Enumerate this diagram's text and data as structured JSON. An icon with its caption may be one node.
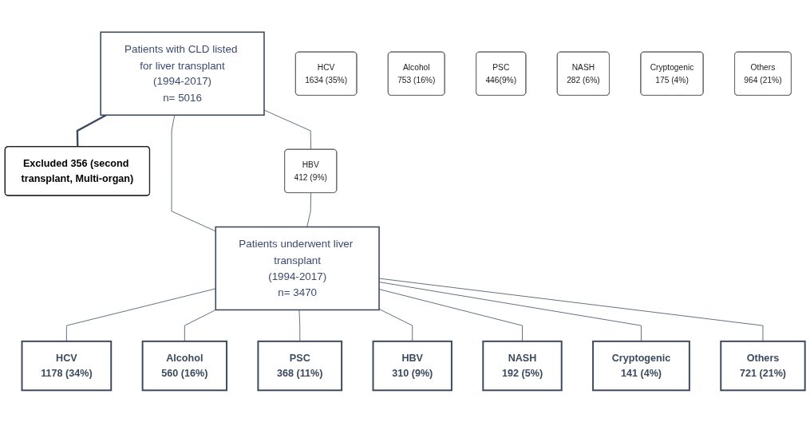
{
  "diagram": {
    "nodes": [
      {
        "text": [
          "Patients with CLD listed for liver transplant",
          "(1994-2017)",
          "n= 5016"
        ]
      },
      {
        "text": [
          "Excluded 356 (second transplant, Multi-organ)"
        ]
      },
      {
        "text": [
          "HCV",
          "1634 (35%)"
        ]
      },
      {
        "text": [
          "Alcohol",
          "753 (16%)"
        ]
      },
      {
        "text": [
          "PSC",
          "446(9%)"
        ]
      },
      {
        "text": [
          "HBV",
          "412 (9%)"
        ]
      },
      {
        "text": [
          "NASH",
          "282 (6%)"
        ]
      },
      {
        "text": [
          "Cryptogenic",
          "175 (4%)"
        ]
      },
      {
        "text": [
          "Others",
          "964 (21%)"
        ]
      },
      {
        "text": [
          "Patients underwent liver transplant",
          "(1994-2017)",
          "n= 3470"
        ]
      },
      {
        "text": [
          "HCV",
          "1178 (34%)"
        ]
      },
      {
        "text": [
          "Alcohol",
          "560 (16%)"
        ]
      },
      {
        "text": [
          "PSC",
          "368 (11%)"
        ]
      },
      {
        "text": [
          "HBV",
          "310 (9%)"
        ]
      },
      {
        "text": [
          "NASH",
          "192 (5%)"
        ]
      },
      {
        "text": [
          "Cryptogenic",
          "141 (4%)"
        ]
      },
      {
        "text": [
          "Others",
          "721  (21%)"
        ]
      }
    ],
    "edges": [
      {
        "from": 0,
        "to": 1,
        "arrow": "none",
        "style": "thick"
      },
      {
        "from": 0,
        "to": 9,
        "arrow": "none"
      },
      {
        "from": 0,
        "to": 5,
        "arrow": "none"
      },
      {
        "from": 5,
        "to": 9,
        "arrow": "none"
      },
      {
        "from": 9,
        "to": 10,
        "arrow": "none"
      },
      {
        "from": 9,
        "to": 11,
        "arrow": "none"
      },
      {
        "from": 9,
        "to": 12,
        "arrow": "none"
      },
      {
        "from": 9,
        "to": 13,
        "arrow": "none"
      },
      {
        "from": 9,
        "to": 14,
        "arrow": "none"
      },
      {
        "from": 9,
        "to": 15,
        "arrow": "none"
      },
      {
        "from": 9,
        "to": 16,
        "arrow": "none"
      }
    ]
  }
}
